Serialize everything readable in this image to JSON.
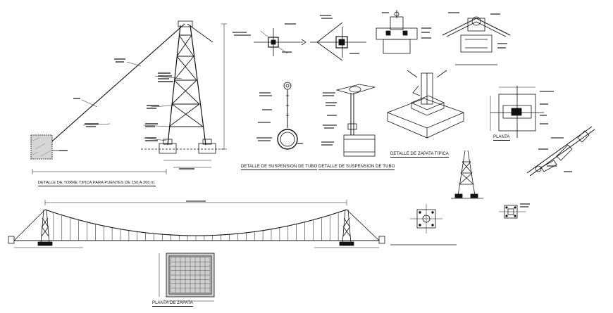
{
  "sheet": {
    "background": "#ffffff",
    "ink": "#111111"
  },
  "titles": {
    "tower_detail": "DETALLE DE TORRE  TIPICA PARA PUENTES DE 150 A 200 m.",
    "suspension_left": "DETALLE DE SUSPENSION DE TUBO",
    "suspension_right": "DETALLE DE SUSPENSION DE TUBO",
    "footing_detail": "DETALLE DE ZAPATA TIPICA",
    "plan_small": "PLANTA",
    "footing_plan": "PLANTA DE ZAPATA"
  }
}
